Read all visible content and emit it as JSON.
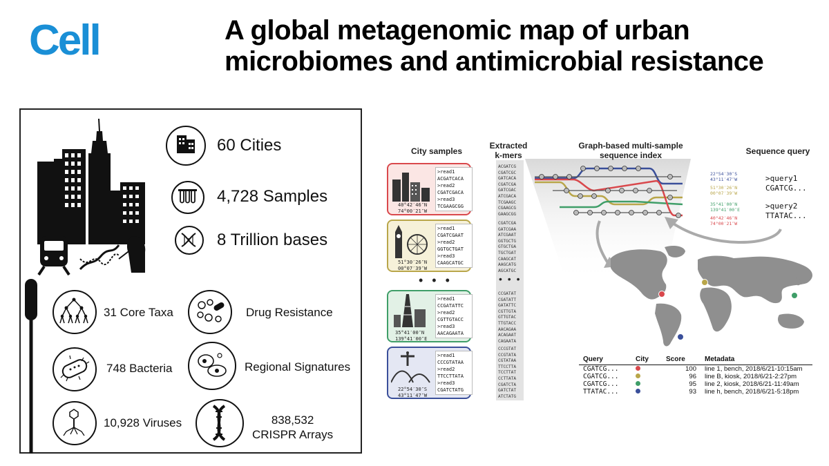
{
  "header": {
    "logo": "Cell",
    "title_line1": "A global metagenomic map of urban",
    "title_line2": "microbiomes and antimicrobial resistance"
  },
  "left_panel": {
    "stats": [
      {
        "label": "60 Cities",
        "icon": "city-buildings-icon"
      },
      {
        "label": "4,728 Samples",
        "icon": "test-tubes-icon"
      },
      {
        "label": "8 Trillion bases",
        "icon": "dna-helix-icon"
      }
    ],
    "features": [
      {
        "label": "31 Core Taxa",
        "icon": "phylogenetic-tree-icon"
      },
      {
        "label": "Drug Resistance",
        "icon": "pills-microbes-icon"
      },
      {
        "label": "748 Bacteria",
        "icon": "bacterium-icon"
      },
      {
        "label": "Regional Signatures",
        "icon": "cells-icon"
      },
      {
        "label": "10,928 Viruses",
        "icon": "bacteriophage-icon"
      },
      {
        "label_line1": "838,532",
        "label_line2": "CRISPR Arrays",
        "icon": "dna-double-helix-icon"
      }
    ]
  },
  "right_panel": {
    "headers": {
      "city_samples": "City samples",
      "kmers_line1": "Extracted",
      "kmers_line2": "k-mers",
      "graph_line1": "Graph-based multi-sample",
      "graph_line2": "sequence index",
      "query": "Sequence query"
    },
    "cities": [
      {
        "color": "#d9484c",
        "fill": "#fbe6e4",
        "coord1": "40°42′46″N",
        "coord2": "74°00′21″W",
        "reads": [
          ">read1",
          "ACGATCACA",
          ">read2",
          "CGATCGACA",
          ">read3",
          "TCGAAGCGG"
        ]
      },
      {
        "color": "#b9a64a",
        "fill": "#f6f1d9",
        "coord1": "51°30′26″N",
        "coord2": "00°07′39″W",
        "reads": [
          ">read1",
          "CGATCGAAT",
          ">read2",
          "GGTGCTGAT",
          ">read3",
          "CAAGCATGC"
        ]
      },
      {
        "color": "#3f9e68",
        "fill": "#e2f1e6",
        "coord1": "35°41′00″N",
        "coord2": "139°41′00″E",
        "reads": [
          ">read1",
          "CCGATATTC",
          ">read2",
          "CGTTGTACC",
          ">read3",
          "AACAGAATA"
        ]
      },
      {
        "color": "#3a4f9a",
        "fill": "#e4e7f3",
        "coord1": "22°54′30″S",
        "coord2": "43°11′47″W",
        "reads": [
          ">read1",
          "CCCGTATAA",
          ">read2",
          "TTCCTTATA",
          ">read3",
          "CGATCTATG"
        ]
      }
    ],
    "kmer_blocks": [
      [
        "ACGATCG",
        "CGATCGC",
        "GATCACA",
        "CGATCGA",
        "GATCGAC",
        "ATCGACA",
        "TCGAAGC",
        "CGAAGCG",
        "GAAGCGG"
      ],
      [
        "CGATCGA",
        "GATCGAA",
        "ATCGAAT",
        "GGTGCTG",
        "GTGCTGA",
        "TGCTGAT",
        "CAAGCAT",
        "AAGCATG",
        "AGCATGC"
      ],
      [
        "CCGATAT",
        "CGATATT",
        "GATATTC",
        "CGTTGTA",
        "GTTGTAC",
        "TTGTACC",
        "AACAGAA",
        "ACAGAAT",
        "CAGAATA"
      ],
      [
        "CCCGTAT",
        "CCGTATA",
        "CGTATAA",
        "TTCCTTA",
        "TCCTTAT",
        "CCTTATA",
        "CGATCTA",
        "GATCTAT",
        "ATCTATG"
      ]
    ],
    "ellipsis": "• • •",
    "graph_coords": [
      {
        "text": "22°54′30″S",
        "color": "#3a4f9a"
      },
      {
        "text": "43°11′47″W",
        "color": "#3a4f9a"
      },
      {
        "text": "51°30′26″N",
        "color": "#b9a64a"
      },
      {
        "text": "00°07′39″W",
        "color": "#b9a64a"
      },
      {
        "text": "35°41′00″N",
        "color": "#3f9e68"
      },
      {
        "text": "139°41′00″E",
        "color": "#3f9e68"
      },
      {
        "text": "40°42′46″N",
        "color": "#d9484c"
      },
      {
        "text": "74°00′21″W",
        "color": "#d9484c"
      }
    ],
    "queries": [
      {
        "name": ">query1",
        "seq": "CGATCG..."
      },
      {
        "name": ">query2",
        "seq": "TTATAC..."
      }
    ],
    "results_table": {
      "columns": [
        "Query",
        "City",
        "Score",
        "Metadata"
      ],
      "rows": [
        {
          "query": "CGATCG...",
          "color": "#d9484c",
          "score": "100",
          "metadata": "line 1,  bench, 2018/6/21-10:15am"
        },
        {
          "query": "CGATCG...",
          "color": "#b9a64a",
          "score": "96",
          "metadata": "line B,  kiosk, 2018/6/21-2:27pm"
        },
        {
          "query": "CGATCG...",
          "color": "#3f9e68",
          "score": "95",
          "metadata": "line 2,  kiosk, 2018/6/21-11:49am"
        },
        {
          "query": "TTATAC...",
          "color": "#3a4f9a",
          "score": "93",
          "metadata": "line h,  bench, 2018/6/21-5:18pm"
        }
      ]
    }
  }
}
